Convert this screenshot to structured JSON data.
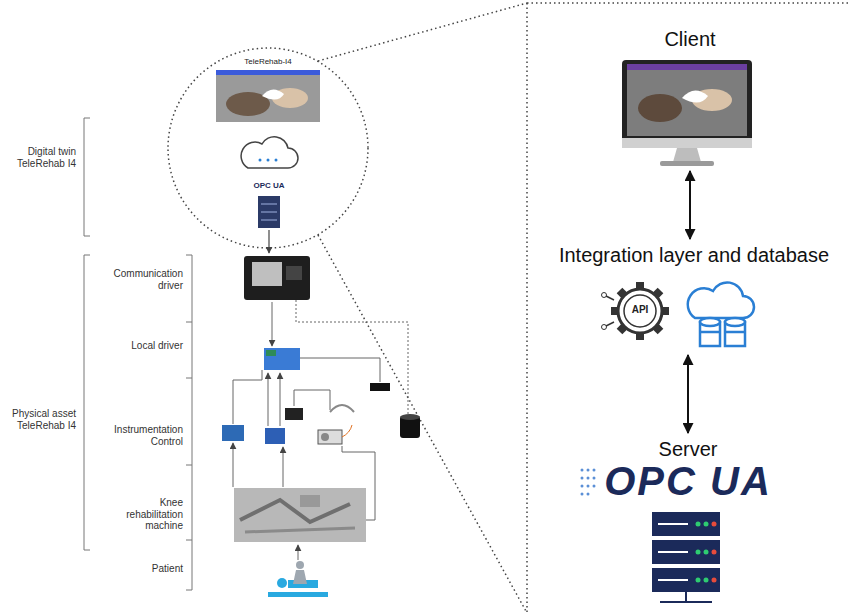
{
  "diagram": {
    "nodes": [
      {
        "text": [
          "Client"
        ]
      },
      {
        "text": [
          "Integration layer and database"
        ]
      },
      {
        "text": [
          "Server"
        ]
      }
    ],
    "edges": [
      {
        "from": 0,
        "to": 1,
        "arrow": "both"
      },
      {
        "from": 1,
        "to": 2,
        "arrow": "both"
      }
    ],
    "labels": [
      "TeleRehab-I4",
      "OPC UA",
      "Digital twin TeleRehab I4",
      "Communication driver",
      "Local driver",
      "Physical asset TeleRehab I4",
      "Instrumentation Control",
      "Knee rehabilitation machine",
      "Patient",
      "API",
      "OPC UA"
    ]
  }
}
